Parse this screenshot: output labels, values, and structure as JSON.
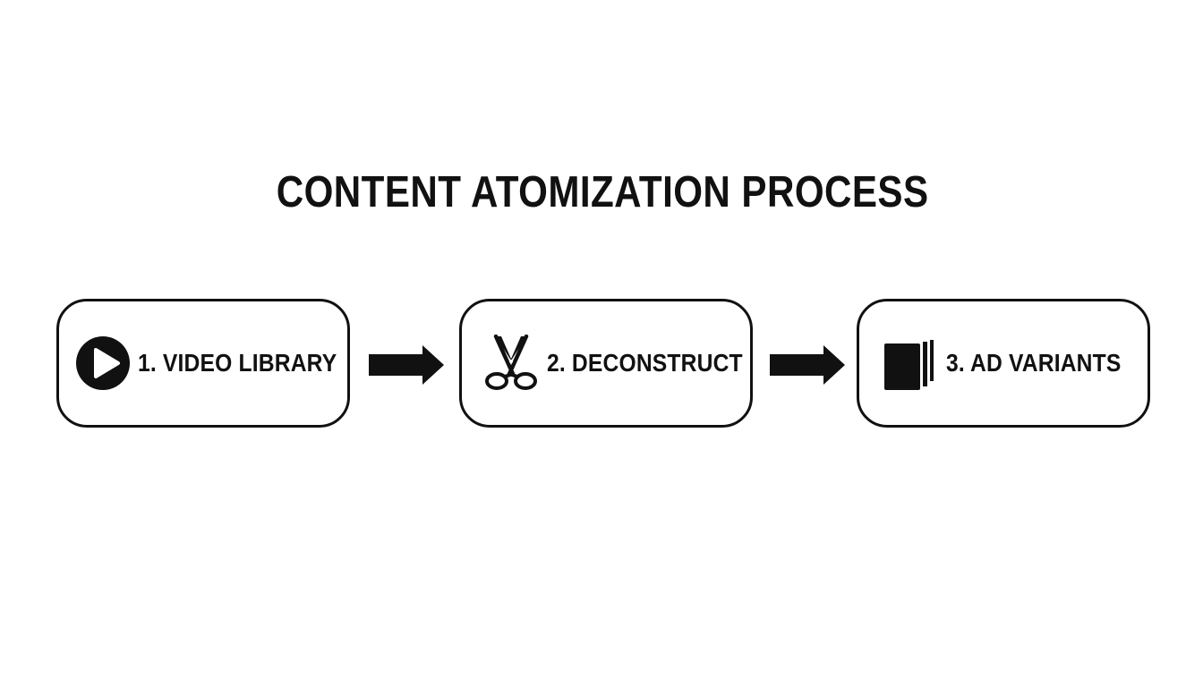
{
  "diagram": {
    "title": "CONTENT ATOMIZATION PROCESS",
    "steps": [
      {
        "label": "1. VIDEO LIBRARY",
        "icon": "play-circle-icon"
      },
      {
        "label": "2. DECONSTRUCT",
        "icon": "scissors-icon"
      },
      {
        "label": "3. AD VARIANTS",
        "icon": "stacked-pages-icon"
      }
    ],
    "connectors": [
      "right-arrow-icon",
      "right-arrow-icon"
    ],
    "colors": {
      "background": "#ffffff",
      "ink": "#111111"
    }
  }
}
